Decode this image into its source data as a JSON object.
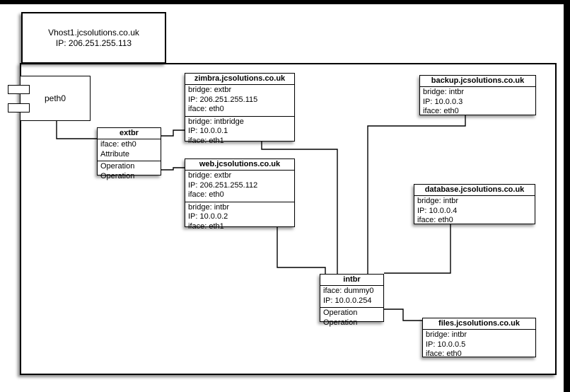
{
  "host": {
    "title": "Vhost1.jcsolutions.co.uk",
    "ip": "IP: 206.251.255.113"
  },
  "nodes": {
    "peth0": {
      "label": "peth0"
    },
    "extbr": {
      "title": "extbr",
      "rows1": [
        "iface: eth0",
        "Attribute"
      ],
      "rows2": [
        "Operation",
        "Operation"
      ]
    },
    "zimbra": {
      "title": "zimbra.jcsolutions.co.uk",
      "rows1": [
        "bridge: extbr",
        "IP: 206.251.255.115",
        "iface: eth0"
      ],
      "rows2": [
        "bridge: intbridge",
        "IP: 10.0.0.1",
        "iface: eth1"
      ]
    },
    "web": {
      "title": "web.jcsolutions.co.uk",
      "rows1": [
        "bridge: extbr",
        "IP: 206.251.255.112",
        "iface: eth0"
      ],
      "rows2": [
        "bridge: intbr",
        "IP: 10.0.0.2",
        "iface: eth1"
      ]
    },
    "backup": {
      "title": "backup.jcsolutions.co.uk",
      "rows": [
        "bridge: intbr",
        "IP: 10.0.0.3",
        "iface: eth0"
      ]
    },
    "database": {
      "title": "database.jcsolutions.co.uk",
      "rows": [
        "bridge: intbr",
        "IP: 10.0.0.4",
        "iface: eth0"
      ]
    },
    "intbr": {
      "title": "intbr",
      "rows1": [
        "iface: dummy0",
        "IP: 10.0.0.254"
      ],
      "rows2": [
        "Operation",
        "Operation"
      ]
    },
    "files": {
      "title": "files.jcsolutions.co.uk",
      "rows": [
        "bridge: intbr",
        "IP: 10.0.0.5",
        "iface: eth0"
      ]
    }
  },
  "edges": [
    {
      "from": "peth0",
      "to": "extbr"
    },
    {
      "from": "extbr",
      "to": "zimbra"
    },
    {
      "from": "extbr",
      "to": "web"
    },
    {
      "from": "zimbra",
      "to": "intbr"
    },
    {
      "from": "web",
      "to": "intbr"
    },
    {
      "from": "backup",
      "to": "intbr"
    },
    {
      "from": "database",
      "to": "intbr"
    },
    {
      "from": "intbr",
      "to": "files"
    }
  ],
  "colors": {
    "line": "#000000",
    "background": "#ffffff"
  }
}
